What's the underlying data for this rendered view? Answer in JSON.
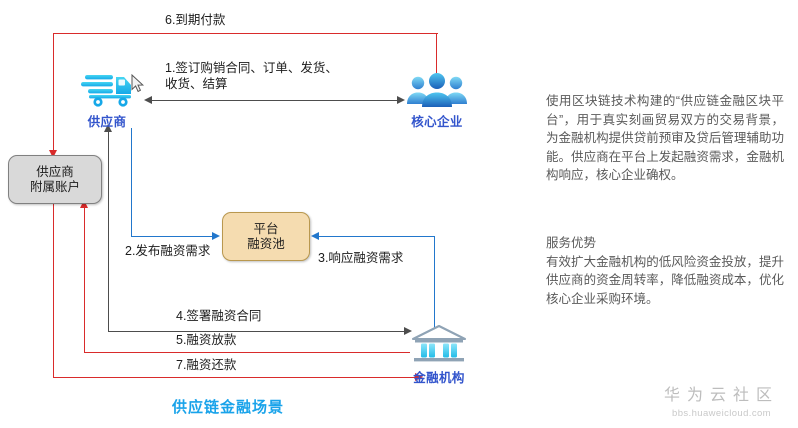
{
  "diagram": {
    "caption": "供应链金融场景",
    "nodes": {
      "supplier": {
        "label": "供应商",
        "icon": "truck-icon"
      },
      "core_enterprise": {
        "label": "核心企业",
        "icon": "people-group-icon"
      },
      "financial_institution": {
        "label": "金融机构",
        "icon": "bank-icon"
      },
      "supplier_account": {
        "line1": "供应商",
        "line2": "附属账户"
      },
      "platform_pool": {
        "line1": "平台",
        "line2": "融资池"
      }
    },
    "flows": [
      {
        "id": "f6",
        "label": "6.到期付款",
        "color": "#d92b2b"
      },
      {
        "id": "f1",
        "label_line1": "1.签订购销合同、订单、发货、",
        "label_line2": "收货、结算",
        "color": "#4d4d4d"
      },
      {
        "id": "f2",
        "label": "2.发布融资需求",
        "color": "#2277cc"
      },
      {
        "id": "f3",
        "label": "3.响应融资需求",
        "color": "#2277cc"
      },
      {
        "id": "f4",
        "label": "4.签署融资合同",
        "color": "#4d4d4d"
      },
      {
        "id": "f5",
        "label": "5.融资放款",
        "color": "#d92b2b"
      },
      {
        "id": "f7",
        "label": "7.融资还款",
        "color": "#d92b2b"
      }
    ]
  },
  "panel": {
    "paragraph1": "使用区块链技术构建的“供应链金融区块平台”，用于真实刻画贸易双方的交易背景，为金融机构提供贷前预审及贷后管理辅助功能。供应商在平台上发起融资需求，金融机构响应，核心企业确权。",
    "advantage_title": "服务优势",
    "paragraph2": "有效扩大金融机构的低风险资金投放，提升供应商的资金周转率，降低融资成本，优化核心企业采购环境。"
  },
  "watermark": {
    "name": "华为云社区",
    "url": "bbs.huaweicloud.com"
  }
}
